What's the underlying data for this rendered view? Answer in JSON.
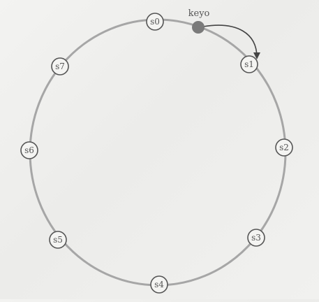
{
  "ring": {
    "color": "#a6a6a6",
    "servers": [
      {
        "label": "s0"
      },
      {
        "label": "s1"
      },
      {
        "label": "s2"
      },
      {
        "label": "s3"
      },
      {
        "label": "s4"
      },
      {
        "label": "s5"
      },
      {
        "label": "s6"
      },
      {
        "label": "s7"
      }
    ]
  },
  "key": {
    "label": "keyo",
    "color": "#7a7a7a",
    "maps_to": "s1"
  },
  "colors": {
    "node_stroke": "#555555",
    "node_fill": "#f4f4f2",
    "text": "#555555",
    "arrow": "#444444"
  }
}
